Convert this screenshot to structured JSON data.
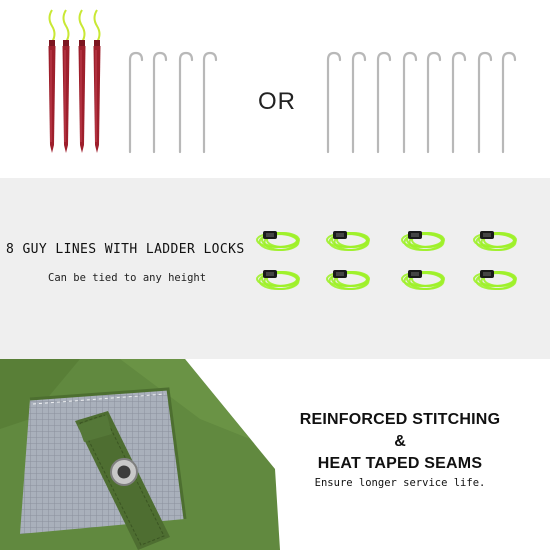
{
  "stakes_panel": {
    "or_label": "OR",
    "stake_color": "#9e1f2c",
    "cord_color": "#c9e834",
    "peg_color": "#b8b8b8"
  },
  "guylines_panel": {
    "title": "8 GUY LINES WITH LADDER LOCKS",
    "subtitle": "Can be tied to any height",
    "rope_color": "#9ef12a"
  },
  "stitching_panel": {
    "line1": "REINFORCED STITCHING",
    "ampersand": "&",
    "line2": "HEAT TAPED SEAMS",
    "subtitle": "Ensure longer service life.",
    "fabric_color": "#5f8a3d"
  }
}
